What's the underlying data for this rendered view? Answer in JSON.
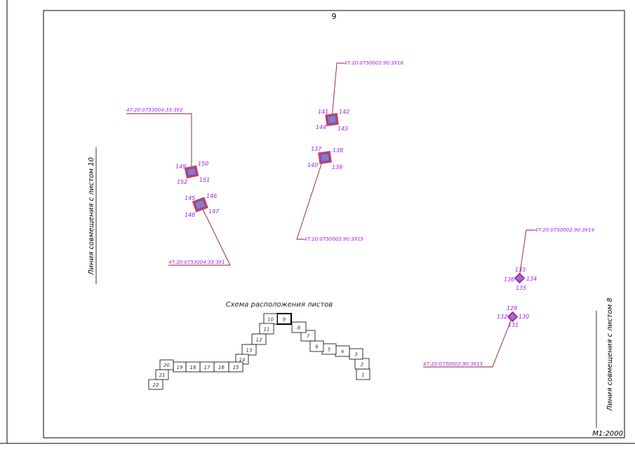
{
  "page_number": "9",
  "scale_label": "M1:2000",
  "left_label": "Линия совмещения с листом 10",
  "right_label": "Линия совмещения с листом 8",
  "scheme_title": "Схема расположения листов",
  "colors": {
    "points": "#a020f0",
    "leader": "#8b1a3a",
    "parcel_fill": "#8e7ab5",
    "parcel_border": "#e03030"
  },
  "parcels": {
    "zu2": {
      "id": "47:20:0753004:33:ЗУ2",
      "points": [
        "149",
        "150",
        "151",
        "152"
      ]
    },
    "zu1": {
      "id": "47:20:0753004:33:ЗУ1",
      "points": [
        "145",
        "146",
        "147",
        "148"
      ]
    },
    "zu16": {
      "id": "47:20:0750002:90:ЗУ16",
      "points": [
        "141",
        "142",
        "143",
        "144"
      ]
    },
    "zu15": {
      "id": "47:20:0750002:90:ЗУ15",
      "points": [
        "137",
        "138",
        "139",
        "140"
      ]
    },
    "zu14": {
      "id": "47:20:0750002:90:ЗУ14",
      "points": [
        "133",
        "134",
        "135",
        "136"
      ]
    },
    "zu13": {
      "id": "47:20:0750002:90:ЗУ13",
      "points": [
        "129",
        "130",
        "131",
        "132"
      ]
    }
  },
  "sheets": [
    "1",
    "2",
    "3",
    "4",
    "5",
    "6",
    "7",
    "8",
    "9",
    "10",
    "11",
    "12",
    "13",
    "14",
    "15",
    "16",
    "17",
    "18",
    "19",
    "20",
    "21",
    "22"
  ],
  "current_sheet": "9"
}
